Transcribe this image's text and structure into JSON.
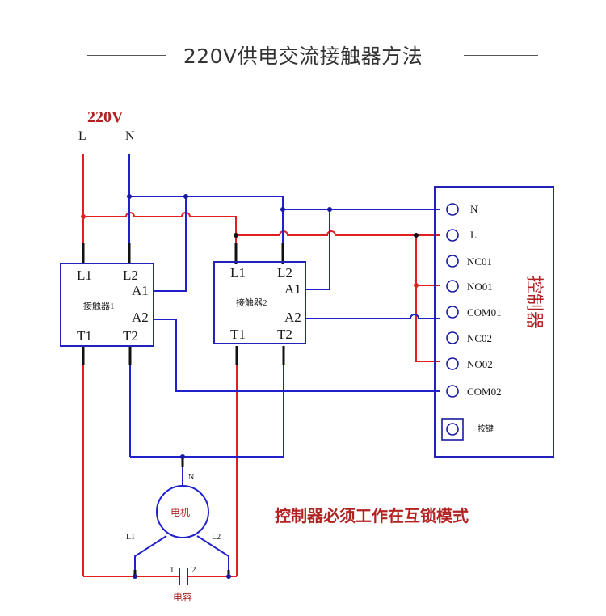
{
  "title": "220V供电交流接触器方法",
  "supply": {
    "voltage": "220V",
    "L": "L",
    "N": "N"
  },
  "contactor1": {
    "label": "接触器1",
    "L1": "L1",
    "L2": "L2",
    "A1": "A1",
    "A2": "A2",
    "T1": "T1",
    "T2": "T2"
  },
  "contactor2": {
    "label": "接触器2",
    "L1": "L1",
    "L2": "L2",
    "A1": "A1",
    "A2": "A2",
    "T1": "T1",
    "T2": "T2"
  },
  "controller": {
    "label": "控制器",
    "terminals": [
      "N",
      "L",
      "NC01",
      "NO01",
      "COM01",
      "NC02",
      "NO02",
      "COM02"
    ],
    "button_label": "按键"
  },
  "motor": {
    "label": "电机",
    "N": "N",
    "L1": "L1",
    "L2": "L2"
  },
  "capacitor": {
    "label": "电容",
    "pin1": "1",
    "pin2": "2"
  },
  "note": "控制器必须工作在互锁模式",
  "colors": {
    "live": "#e02020",
    "neutral": "#2020cc",
    "box": "#2222bb",
    "dark_wire": "#111111"
  }
}
